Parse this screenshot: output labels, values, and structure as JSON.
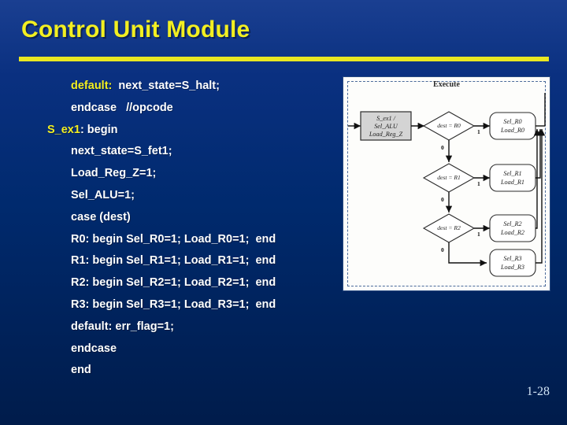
{
  "slide": {
    "title": "Control Unit Module",
    "page_number": "1-28",
    "background_color": "#002a6e",
    "title_color": "#f2ef21",
    "rule_color": "#e9e722",
    "body_text_color": "#ffffff",
    "highlight_color": "#f2ef21"
  },
  "code": {
    "lines": [
      {
        "indent": 1,
        "segments": [
          {
            "text": "default:",
            "highlight": true
          },
          {
            "text": "  next_state=S_halt;",
            "highlight": false
          }
        ]
      },
      {
        "indent": 1,
        "segments": [
          {
            "text": "endcase   //opcode",
            "highlight": false
          }
        ]
      },
      {
        "indent": 0,
        "segments": [
          {
            "text": "S_ex1",
            "highlight": true
          },
          {
            "text": ": begin",
            "highlight": false
          }
        ]
      },
      {
        "indent": 1,
        "segments": [
          {
            "text": "next_state=S_fet1;",
            "highlight": false
          }
        ]
      },
      {
        "indent": 1,
        "segments": [
          {
            "text": "Load_Reg_Z=1;",
            "highlight": false
          }
        ]
      },
      {
        "indent": 1,
        "segments": [
          {
            "text": "Sel_ALU=1;",
            "highlight": false
          }
        ]
      },
      {
        "indent": 1,
        "segments": [
          {
            "text": "case (dest)",
            "highlight": false
          }
        ]
      },
      {
        "indent": 1,
        "segments": [
          {
            "text": "R0: begin Sel_R0=1; Load_R0=1;  end",
            "highlight": false
          }
        ]
      },
      {
        "indent": 1,
        "segments": [
          {
            "text": "R1: begin Sel_R1=1; Load_R1=1;  end",
            "highlight": false
          }
        ]
      },
      {
        "indent": 1,
        "segments": [
          {
            "text": "R2: begin Sel_R2=1; Load_R2=1;  end",
            "highlight": false
          }
        ]
      },
      {
        "indent": 1,
        "segments": [
          {
            "text": "R3: begin Sel_R3=1; Load_R3=1;  end",
            "highlight": false
          }
        ]
      },
      {
        "indent": 1,
        "segments": [
          {
            "text": "default: err_flag=1;",
            "highlight": false
          }
        ]
      },
      {
        "indent": 1,
        "segments": [
          {
            "text": "endcase",
            "highlight": false
          }
        ]
      },
      {
        "indent": 1,
        "segments": [
          {
            "text": "end",
            "highlight": false
          }
        ]
      }
    ]
  },
  "diagram": {
    "title": "Execute",
    "state_box": {
      "line1": "S_ex1 /",
      "line2": "Sel_ALU",
      "line3": "Load_Reg_Z"
    },
    "decisions": [
      {
        "label": "dest = R0",
        "true_label": "1",
        "false_label": "0"
      },
      {
        "label": "dest = R1",
        "true_label": "1",
        "false_label": "0"
      },
      {
        "label": "dest = R2",
        "true_label": "1",
        "false_label": "0"
      }
    ],
    "actions": [
      {
        "line1": "Sel_R0",
        "line2": "Load_R0"
      },
      {
        "line1": "Sel_R1",
        "line2": "Load_R1"
      },
      {
        "line1": "Sel_R2",
        "line2": "Load_R2"
      },
      {
        "line1": "Sel_R3",
        "line2": "Load_R3"
      }
    ]
  }
}
